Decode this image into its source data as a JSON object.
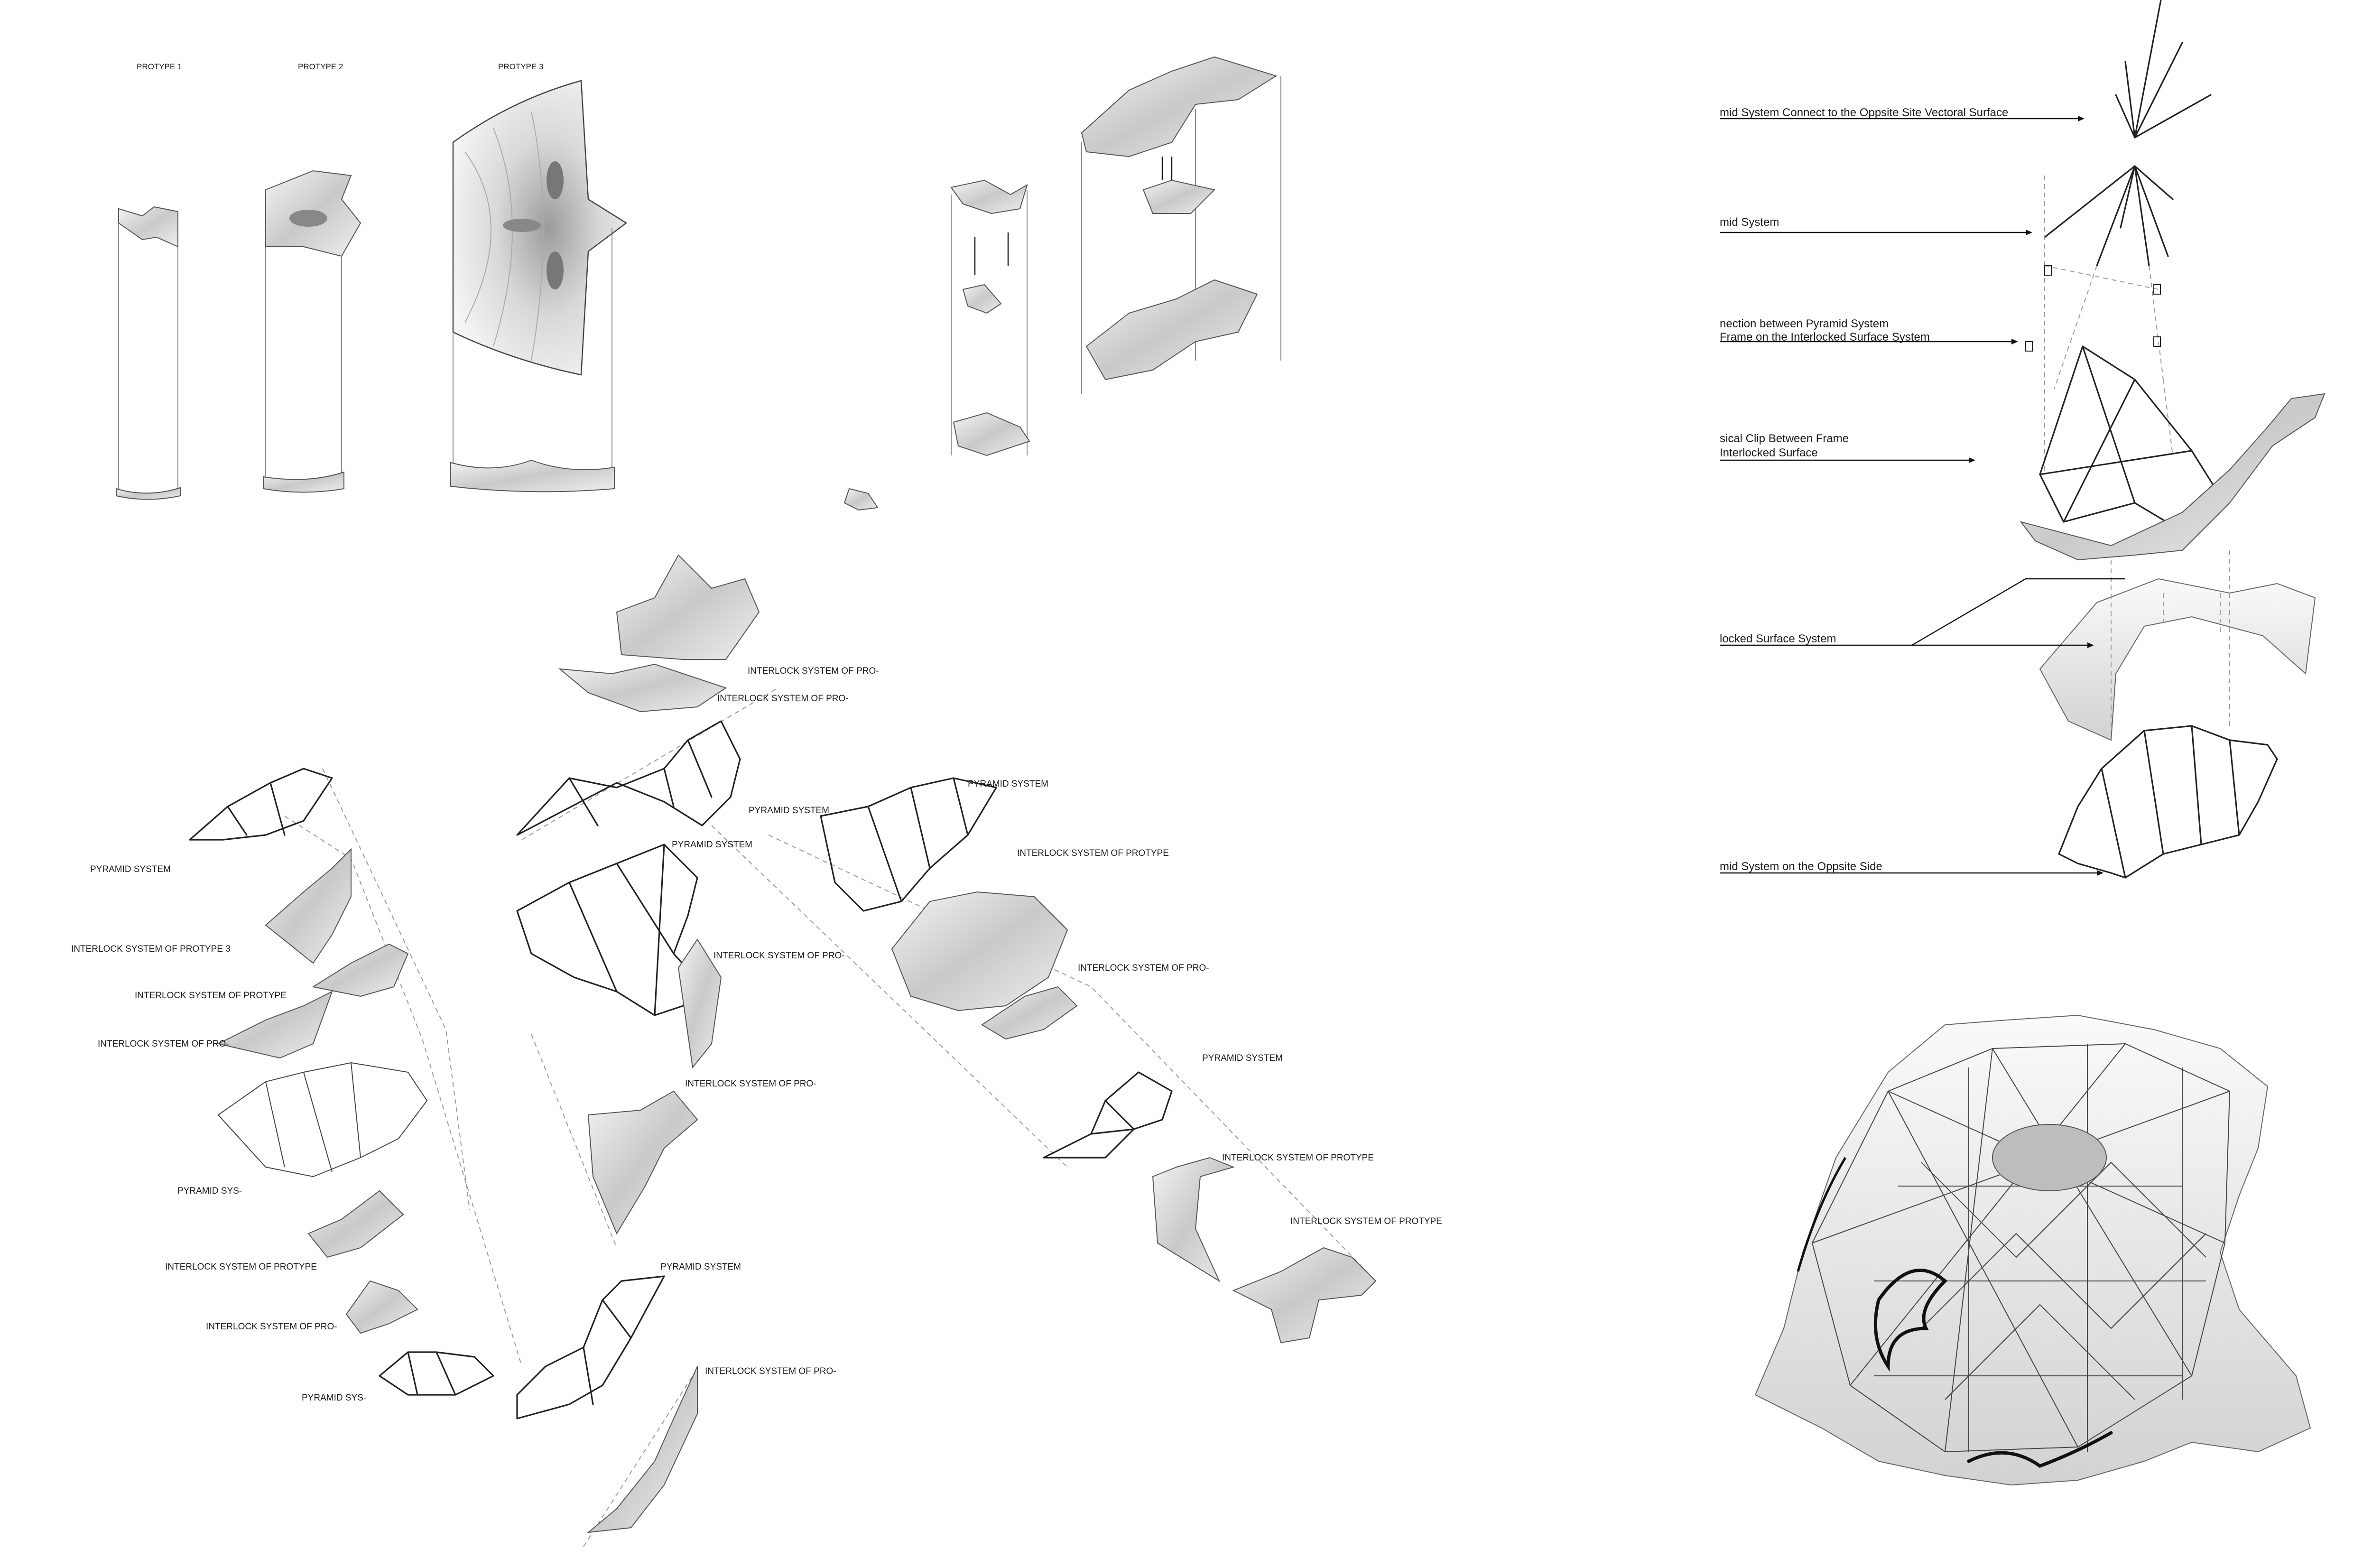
{
  "prototypes": {
    "p1": "PROTYPE 1",
    "p2": "PROTYPE 2",
    "p3": "PROTYPE 3"
  },
  "exploded_labels": {
    "l01": "INTERLOCK SYSTEM OF PRO-",
    "l02": "INTERLOCK SYSTEM OF PRO-",
    "l03": "PYRAMID SYSTEM",
    "l04": "PYRAMID SYSTEM",
    "l05": "PYRAMID SYSTEM",
    "l06": "INTERLOCK SYSTEM OF PROTYPE",
    "l07": "INTERLOCK SYSTEM OF PROTYPE 3",
    "l08": "INTERLOCK SYSTEM OF PRO-",
    "l09": "INTERLOCK SYSTEM OF PROTYPE",
    "l10": "INTERLOCK SYSTEM OF PRO-",
    "l11": "INTERLOCK SYSTEM OF PRO-",
    "l12": "PYRAMID SYSTEM",
    "l13": "INTERLOCK SYSTEM OF PRO-",
    "l14": "INTERLOCK SYSTEM OF PROTYPE",
    "l15": "PYRAMID SYS-",
    "l16": "INTERLOCK SYSTEM OF PROTYPE",
    "l17": "INTERLOCK SYSTEM OF PROTYPE",
    "l18": "PYRAMID SYSTEM",
    "l19": "INTERLOCK SYSTEM OF PRO-",
    "l20": "INTERLOCK SYSTEM OF PRO-",
    "l21": "PYRAMID SYS-"
  },
  "right_labels": {
    "r1": "mid System Connect to the Oppsite Site Vectoral Surface",
    "r2": "mid System",
    "r3a": "nection between Pyramid System",
    "r3b": "Frame on the Interlocked Surface System",
    "r4a": "sical Clip Between Frame",
    "r4b": "Interlocked Surface",
    "r5": "locked Surface System",
    "r6": "mid System on the Oppsite Side"
  }
}
